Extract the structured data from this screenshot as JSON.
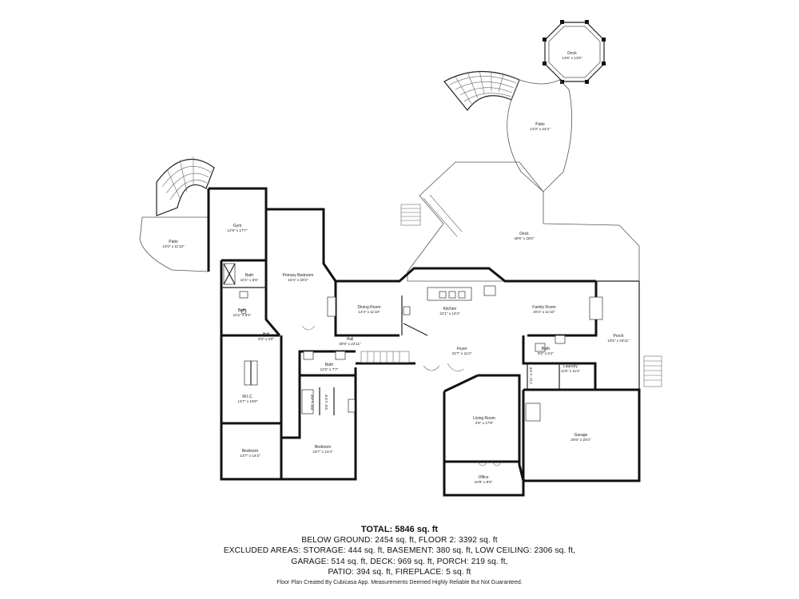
{
  "rooms": {
    "deck_top": {
      "name": "Deck",
      "dim": "13'6\" x 13'6\""
    },
    "patio_top": {
      "name": "Patio",
      "dim": "13'3\" x 24'4\""
    },
    "deck_main": {
      "name": "Deck",
      "dim": "49'5\" x 26'0\""
    },
    "patio_left": {
      "name": "Patio",
      "dim": "14'9\" x 11'10\""
    },
    "gym": {
      "name": "Gym",
      "dim": "12'9\" x 17'7\""
    },
    "primary_bed": {
      "name": "Primary Bedroom",
      "dim": "15'4\" x 20'2\""
    },
    "bath1": {
      "name": "Bath",
      "dim": "10'1\" x 6'5\""
    },
    "bath2": {
      "name": "Bath",
      "dim": "10'1\" x 9'2\""
    },
    "hall1": {
      "name": "Hall",
      "dim": "6'9\" x 3'9\""
    },
    "hall2": {
      "name": "Hall",
      "dim": "30'9\" x 22'11\""
    },
    "dining": {
      "name": "Dining Room",
      "dim": "14'3\" x 11'10\""
    },
    "kitchen": {
      "name": "Kitchen",
      "dim": "22'1\" x 14'4\""
    },
    "family": {
      "name": "Family Room",
      "dim": "20'3\" x 11'10\""
    },
    "porch": {
      "name": "Porch",
      "dim": "10'6\" x 23'11\""
    },
    "wic": {
      "name": "W.I.C.",
      "dim": "13'7\" x 19'9\""
    },
    "bath3": {
      "name": "Bath",
      "dim": "12'2\" x 7'7\""
    },
    "foyer": {
      "name": "Foyer",
      "dim": "22'7\" x 11'4\""
    },
    "bath4": {
      "name": "Bath",
      "dim": "9'3\" x 5'1\""
    },
    "laundry": {
      "name": "Laundry",
      "dim": "11'5\" x 11'4\""
    },
    "living": {
      "name": "Living Room",
      "dim": "4'5\" x 17'9\""
    },
    "garage": {
      "name": "Garage",
      "dim": "25'6\" x 20'2\""
    },
    "bedroom1": {
      "name": "Bedroom",
      "dim": "13'7\" x 14'3\""
    },
    "bedroom2": {
      "name": "Bedroom",
      "dim": "16'7\" x 14'4\""
    },
    "office": {
      "name": "Office",
      "dim": "10'8\" x 8'6\""
    }
  },
  "vertical_labels": {
    "closet_a": "5'6\" x 4'4\"",
    "closet_b": "5'6\" x 5'4\"",
    "closet_c": "1'11\" x 4'3\""
  },
  "summary": {
    "total": "TOTAL: 5846 sq. ft",
    "lines": [
      "BELOW GROUND: 2454 sq. ft, FLOOR 2: 3392 sq. ft",
      "EXCLUDED AREAS: STORAGE: 444 sq. ft, BASEMENT: 380 sq. ft, LOW CEILING: 2306 sq. ft,",
      "GARAGE: 514 sq. ft, DECK: 969 sq. ft, PORCH: 219 sq. ft,",
      "PATIO: 394 sq. ft, FIREPLACE: 5 sq. ft"
    ]
  },
  "disclaimer": "Floor Plan Created By Cubicasa App. Measurements Deemed Highly Reliable But Not Guaranteed."
}
